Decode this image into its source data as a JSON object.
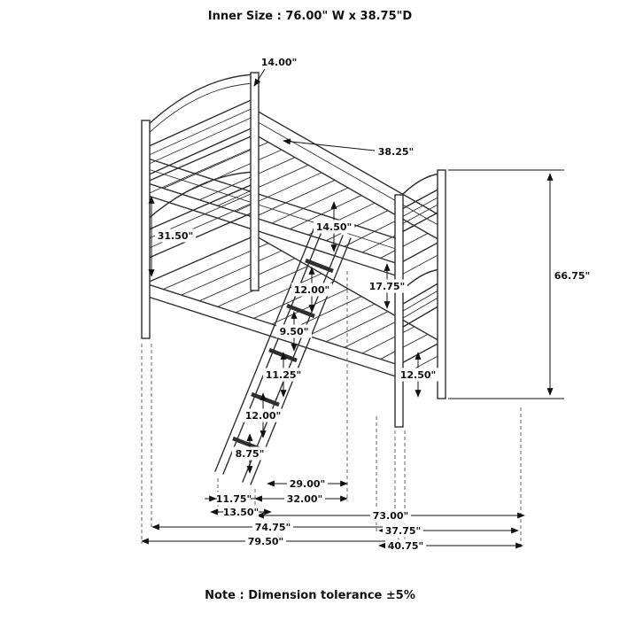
{
  "title": "Inner Size : 76.00\" W x  38.75\"D",
  "note": "Note : Dimension tolerance ±5%",
  "figure": {
    "subject": "bunk bed with front ladder",
    "style": "black line perspective drawing"
  },
  "colors": {
    "background": "#ffffff",
    "line": "#2f2f2f",
    "dimension": "#111111"
  },
  "dims": {
    "headboard_top": "14.00\"",
    "top_inner_width": "38.25\"",
    "bunk_gap": "31.50\"",
    "guard_rail": "14.50\"",
    "overall_height": "66.75\"",
    "footboard_panel": "17.75\"",
    "rung_gap_1": "12.00\"",
    "rung_gap_2": "9.50\"",
    "rung_gap_3": "11.25\"",
    "leg_height": "12.50\"",
    "rung_gap_4": "12.00\"",
    "rung_gap_5": "8.75\"",
    "ladder_run_inner": "29.00\"",
    "ladder_run_outer": "32.00\"",
    "ladder_inset": "11.75\"",
    "ladder_inset_outer": "13.50\"",
    "rail_length": "73.00\"",
    "inner_length": "74.75\"",
    "rail_depth": "37.75\"",
    "overall_length": "79.50\"",
    "overall_depth": "40.75\""
  }
}
